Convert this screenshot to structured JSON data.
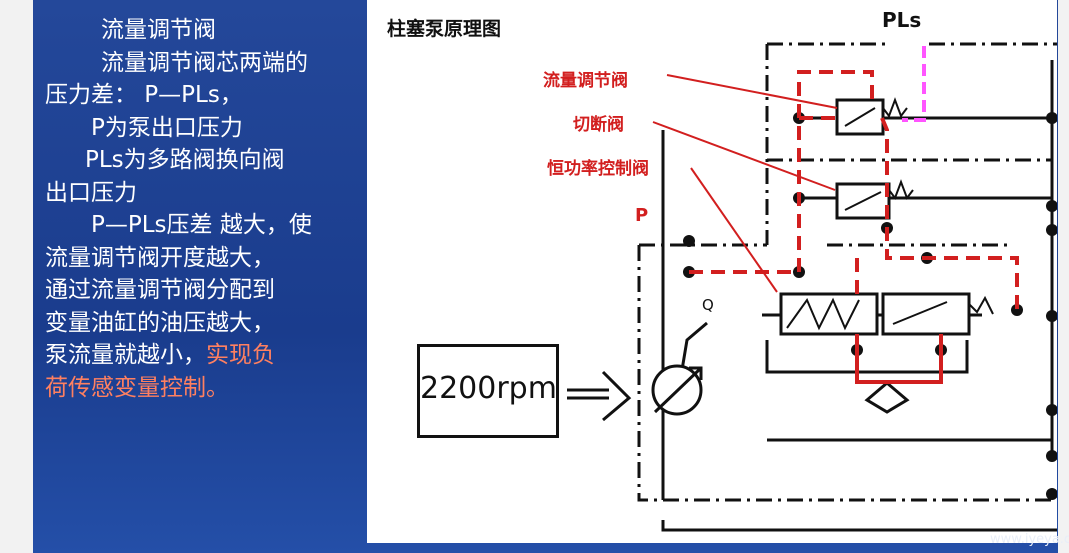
{
  "text": {
    "line1": "流量调节阀",
    "line2": "流量调节阀芯两端的",
    "line3": "压力差： P—PLs，",
    "line4": "P为泵出口压力",
    "line5": "PLs为多路阀换向阀",
    "line6": "出口压力",
    "line7": "P—PLs压差 越大，使",
    "line8": "流量调节阀开度越大，",
    "line9": "通过流量调节阀分配到",
    "line10": "变量油缸的油压越大，",
    "line11_normal": "泵流量就越小，",
    "line11_highlight": "实现负",
    "line12_highlight": "荷传感变量控制。"
  },
  "diagram": {
    "title": "柱塞泵原理图",
    "callout_flow_valve": "流量调节阀",
    "callout_cutoff_valve": "切断阀",
    "callout_power_valve": "恒功率控制阀",
    "label_pls": "PLs",
    "label_p": "P",
    "label_q": "Q",
    "rpm": "2200rpm"
  },
  "watermark": "www.iyeya.cn",
  "colors": {
    "background": "#1b3f8f",
    "text": "#ffffff",
    "highlight": "#ff8060",
    "callout": "#d21f1f",
    "pilot_line": "#ff55ff"
  }
}
